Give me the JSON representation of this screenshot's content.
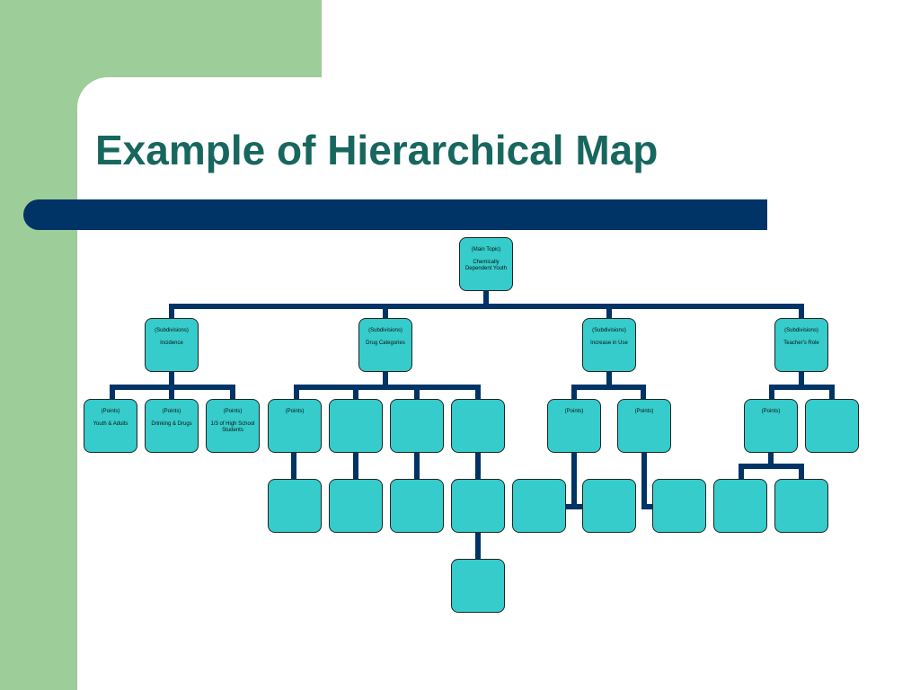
{
  "slide": {
    "title": "Example of Hierarchical Map"
  },
  "colors": {
    "node_fill": "#35cccb",
    "connector": "#003366",
    "title_text": "#17675f",
    "accent_green": "#9dcd98",
    "bar": "#003366"
  },
  "hierarchy": {
    "root": {
      "label": "(Main Topic)",
      "text": "Chemically Dependent Youth"
    },
    "subdivisions": [
      {
        "label": "(Subdivisions)",
        "text": "Incidence",
        "points": [
          {
            "label": "(Points)",
            "text": "Youth & Adults"
          },
          {
            "label": "(Points)",
            "text": "Drinking & Drugs"
          },
          {
            "label": "(Points)",
            "text": "1/3 of High School Students"
          }
        ]
      },
      {
        "label": "(Subdivisions)",
        "text": "Drug Categories",
        "points": [
          {
            "label": "(Points)",
            "text": ""
          },
          {
            "label": "",
            "text": ""
          },
          {
            "label": "",
            "text": ""
          },
          {
            "label": "",
            "text": ""
          }
        ]
      },
      {
        "label": "(Subdivisions)",
        "text": "Increase in Use",
        "points": [
          {
            "label": "(Points)",
            "text": ""
          },
          {
            "label": "(Points)",
            "text": ""
          }
        ]
      },
      {
        "label": "(Subdivisions)",
        "text": "Teacher's Role",
        "points": [
          {
            "label": "(Points)",
            "text": ""
          },
          {
            "label": "",
            "text": ""
          }
        ]
      }
    ]
  }
}
